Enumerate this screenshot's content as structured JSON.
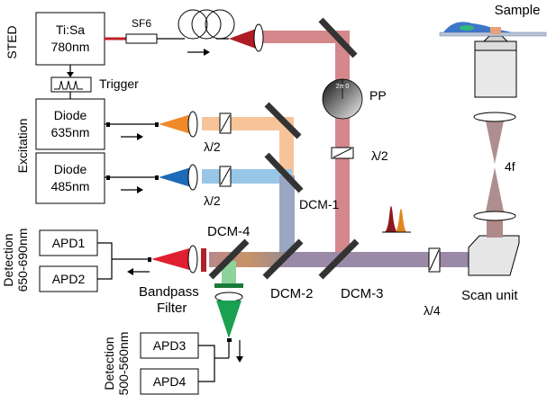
{
  "sources": {
    "sted": {
      "group_label": "STED",
      "box_line1": "Ti:Sa",
      "box_line2": "780nm"
    },
    "trigger": "Trigger",
    "excitation": {
      "group_label": "Excitation",
      "diode1_line1": "Diode",
      "diode1_line2": "635nm",
      "diode2_line1": "Diode",
      "diode2_line2": "485nm"
    }
  },
  "components": {
    "sf6": "SF6",
    "pp": "PP",
    "pp_phase": "2π 0",
    "half_wave_1": "λ/2",
    "half_wave_2": "λ/2",
    "half_wave_3": "λ/2",
    "quarter_wave": "λ/4",
    "dcm1": "DCM-1",
    "dcm2": "DCM-2",
    "dcm3": "DCM-3",
    "dcm4": "DCM-4",
    "bandpass_line1": "Bandpass",
    "bandpass_line2": "Filter",
    "scan_unit": "Scan unit",
    "relay": "4f",
    "sample": "Sample"
  },
  "detection_red": {
    "line1": "Detection",
    "line2": "650-690nm",
    "apd1": "APD1",
    "apd2": "APD2"
  },
  "detection_green": {
    "line1": "Detection",
    "line2": "500-560nm",
    "apd3": "APD3",
    "apd4": "APD4"
  },
  "colors": {
    "sted_beam": "#d4888c",
    "red_exc_beam": "#f7c49a",
    "blue_exc_beam": "#98c6e6",
    "combined_beam": "#9a8aa8",
    "sted_laser_cone": "#b01c24",
    "red_laser_cone": "#f08a2a",
    "blue_laser_cone": "#1c6bb8",
    "red_detect_cone": "#e02030",
    "green_detect_cone": "#19a050",
    "relay_cone": "#a07a7a"
  }
}
